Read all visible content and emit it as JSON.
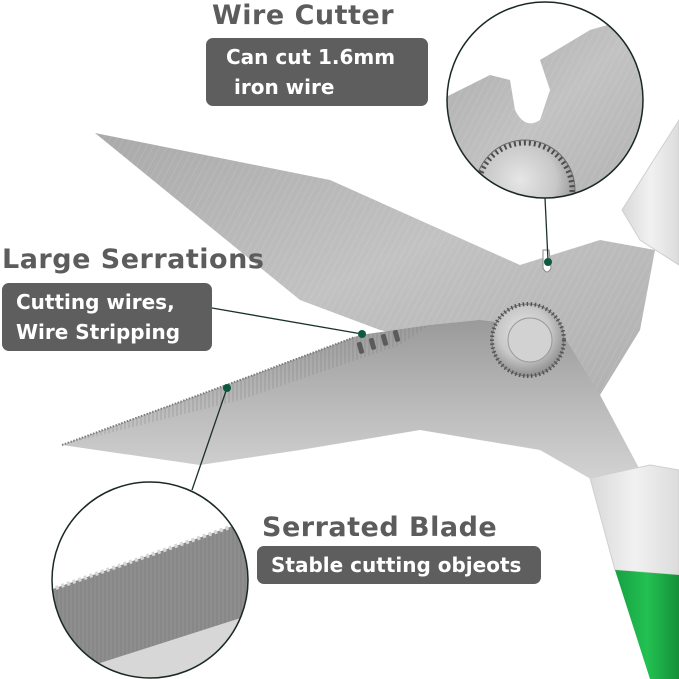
{
  "callouts": {
    "wire_cutter": {
      "title": "Wire Cutter",
      "lines": [
        "Can cut 1.6mm",
        "iron wire"
      ]
    },
    "large_serrations": {
      "title": "Large Serrations",
      "lines": [
        "Cutting wires,",
        "Wire Stripping"
      ]
    },
    "serrated_blade": {
      "title": "Serrated Blade",
      "lines": [
        "Stable cutting objeots"
      ]
    }
  },
  "colors": {
    "heading": "#5c5c5c",
    "badge_bg": "#5e5e5e",
    "badge_text": "#ffffff",
    "leader_dot": "#0e5a3e",
    "handle_green": "#1fb14a",
    "handle_white": "#ececec",
    "steel": "#b8b8b8"
  }
}
